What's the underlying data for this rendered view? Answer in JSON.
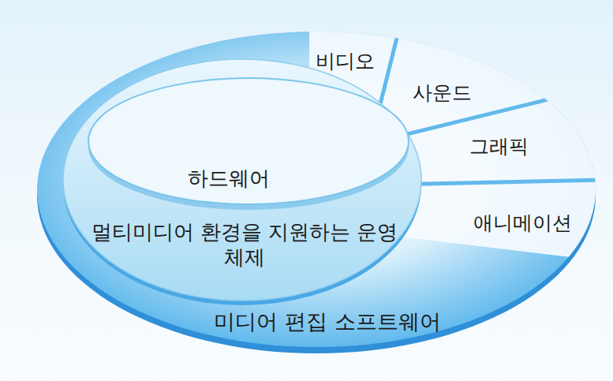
{
  "diagram": {
    "nodes": [
      {
        "text": [
          "미디어 편집 소프트웨어"
        ]
      },
      {
        "text": [
          "멀티미디어 환경을 지원하는 운영체제"
        ],
        "in": 0
      },
      {
        "text": [
          "하드웨어"
        ],
        "in": 1
      },
      {
        "text": [
          "비디오"
        ]
      },
      {
        "text": [
          "사운드"
        ]
      },
      {
        "text": [
          "그래픽"
        ]
      },
      {
        "text": [
          "애니메이션"
        ]
      }
    ]
  }
}
